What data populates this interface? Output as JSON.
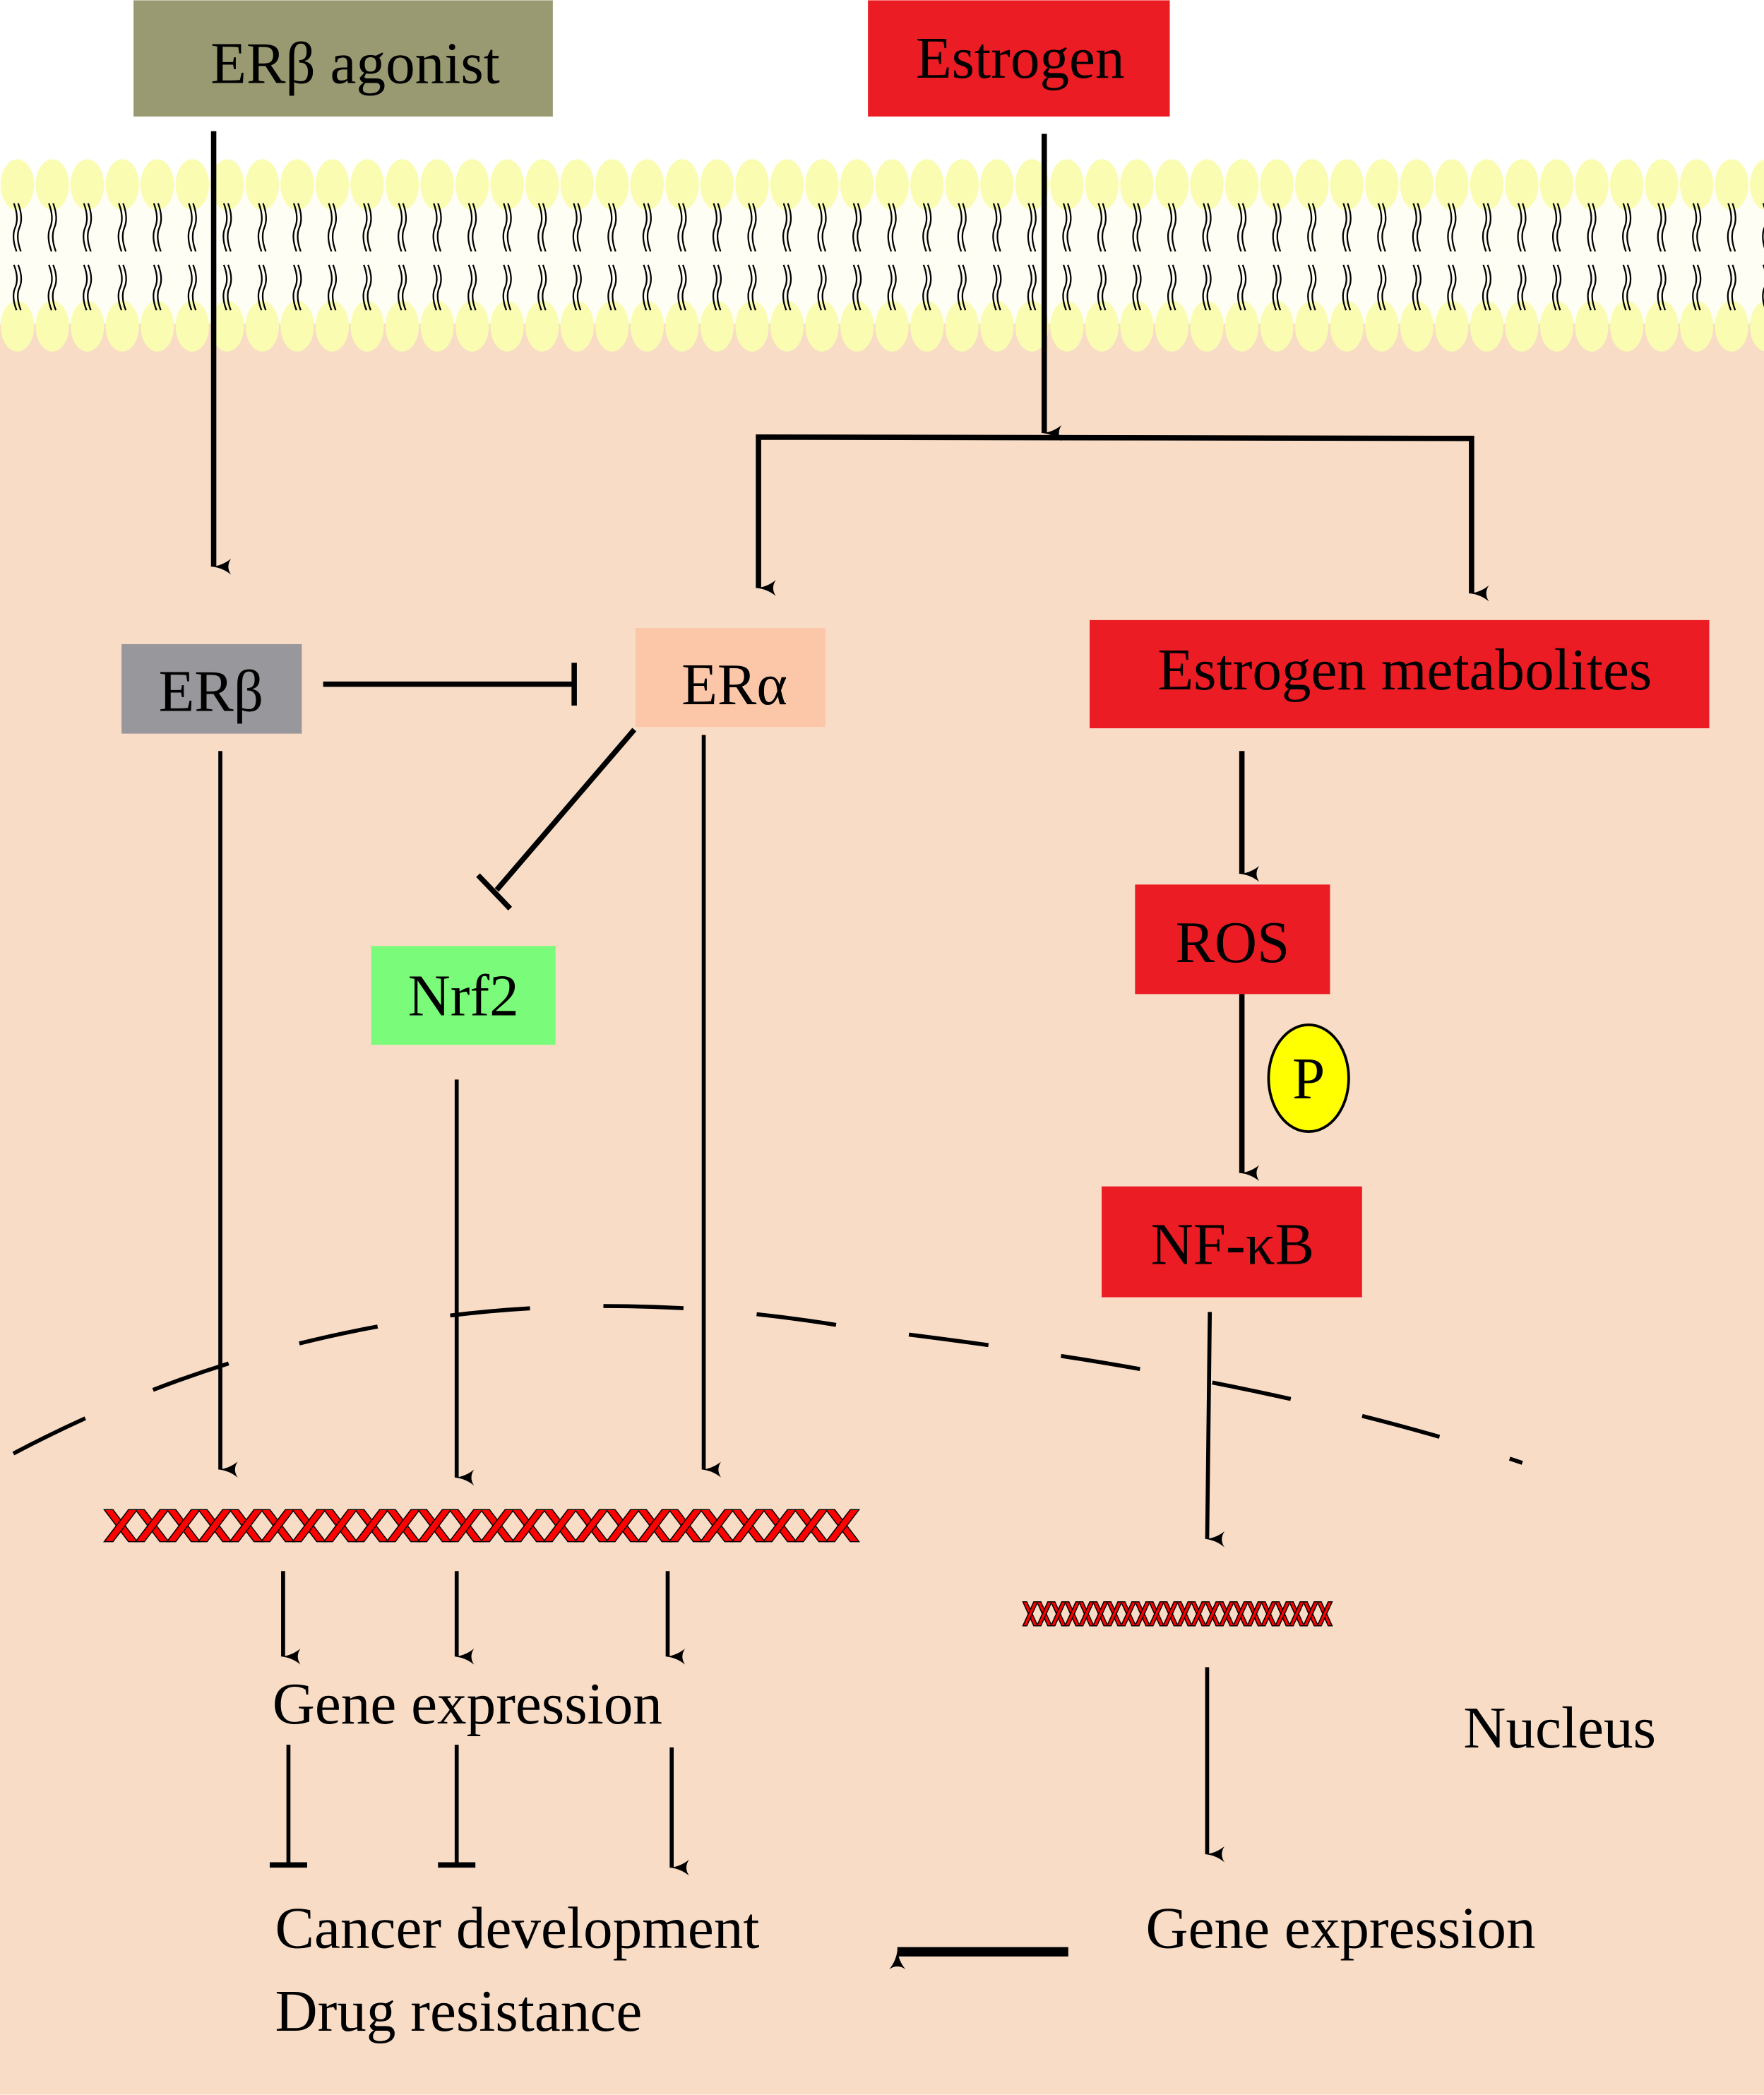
{
  "colors": {
    "cytoplasm": "#f8dcc6",
    "membrane_head": "#fafcb2",
    "membrane_body": "#fffef4",
    "agonist_box": "#9a9a72",
    "estrogen_red": "#ec1c24",
    "erb_box": "#98989c",
    "era_box": "#fcc6a8",
    "nrf2_box": "#7afc7a",
    "phospho": "#ffff00",
    "dna": "#ff0000"
  },
  "nodes": {
    "erb_agonist": "ERβ agonist",
    "estrogen": "Estrogen",
    "erb": "ERβ",
    "era": "ERα",
    "estrogen_metabolites": "Estrogen metabolites",
    "nrf2": "Nrf2",
    "ros": "ROS",
    "phospho": "P",
    "nfkb": "NF-κB"
  },
  "outputs": {
    "gene_expression_left": "Gene expression",
    "gene_expression_right": "Gene expression",
    "cancer_development": "Cancer development",
    "drug_resistance": "Drug resistance",
    "nucleus_label": "Nucleus"
  },
  "icons": {
    "membrane": "lipid-bilayer-icon",
    "dna": "dna-helix-icon",
    "phosphate": "phosphate-circle-icon"
  }
}
